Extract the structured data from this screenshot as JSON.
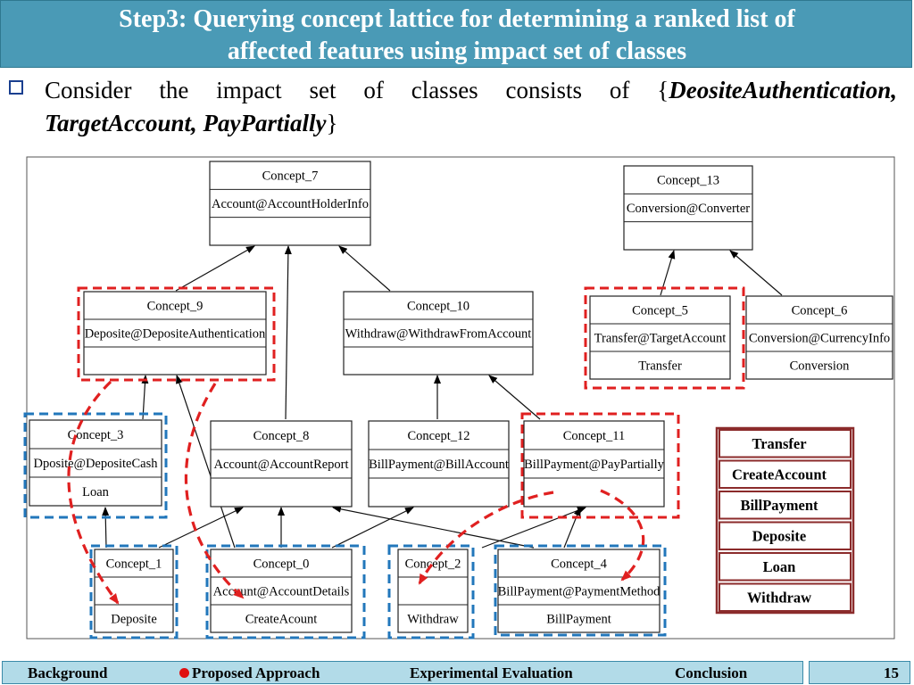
{
  "title": {
    "line1": "Step3: Querying concept lattice for determining a ranked list of",
    "line2": "affected features using impact set of classes"
  },
  "bullet": {
    "prefix": "Consider the impact set of classes consists of {",
    "italic1": "DeositeAuthentication,",
    "italic2": "TargetAccount, PayPartially",
    "suffix": "}"
  },
  "concepts": [
    {
      "id": "c7",
      "name": "Concept_7",
      "attr": "Account@AccountHolderInfo",
      "obj": ""
    },
    {
      "id": "c13",
      "name": "Concept_13",
      "attr": "Conversion@Converter",
      "obj": ""
    },
    {
      "id": "c9",
      "name": "Concept_9",
      "attr": "Deposite@DepositeAuthentication",
      "obj": ""
    },
    {
      "id": "c10",
      "name": "Concept_10",
      "attr": "Withdraw@WithdrawFromAccount",
      "obj": ""
    },
    {
      "id": "c5",
      "name": "Concept_5",
      "attr": "Transfer@TargetAccount",
      "obj": "Transfer"
    },
    {
      "id": "c6",
      "name": "Concept_6",
      "attr": "Conversion@CurrencyInfo",
      "obj": "Conversion"
    },
    {
      "id": "c3",
      "name": "Concept_3",
      "attr": "Dposite@DepositeCash",
      "obj": "Loan"
    },
    {
      "id": "c8",
      "name": "Concept_8",
      "attr": "Account@AccountReport",
      "obj": ""
    },
    {
      "id": "c12",
      "name": "Concept_12",
      "attr": "BillPayment@BillAccount",
      "obj": ""
    },
    {
      "id": "c11",
      "name": "Concept_11",
      "attr": "BillPayment@PayPartially",
      "obj": ""
    },
    {
      "id": "c1",
      "name": "Concept_1",
      "attr": "",
      "obj": "Deposite"
    },
    {
      "id": "c0",
      "name": "Concept_0",
      "attr": "Account@AccountDetails",
      "obj": "CreateAcount"
    },
    {
      "id": "c2",
      "name": "Concept_2",
      "attr": "",
      "obj": "Withdraw"
    },
    {
      "id": "c4",
      "name": "Concept_4",
      "attr": "BillPayment@PaymentMethod",
      "obj": "BillPayment"
    }
  ],
  "ranked_list": [
    "Transfer",
    "CreateAccount",
    "BillPayment",
    "Deposite",
    "Loan",
    "Withdraw"
  ],
  "colors": {
    "title_bg": "#4a9ab6",
    "red_dashed": "#e02020",
    "blue_dashed": "#2277bb",
    "ranked_border": "#8b2b2b",
    "footer_bg": "#b2dbe8",
    "active_dot": "#e01010"
  },
  "footer": {
    "items": [
      "Background",
      "Proposed Approach",
      "Experimental Evaluation",
      "Conclusion"
    ],
    "active": "Proposed Approach",
    "page": "15"
  }
}
